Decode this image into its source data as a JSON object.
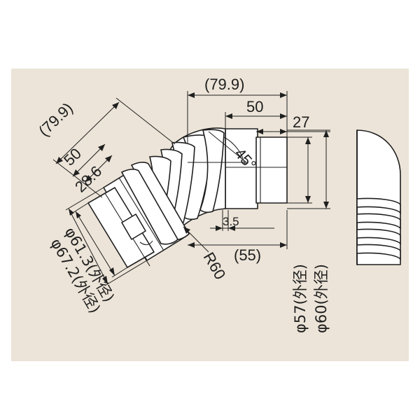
{
  "dimensions": {
    "top_overall": "(79.9)",
    "diag_overall": "(79.9)",
    "top_50": "50",
    "top_27": "27",
    "diag_50": "50",
    "diag_28_6": "28.6",
    "angle": "45°",
    "offset": "3.5",
    "base": "(55)",
    "radius": "R60",
    "dia_57": "φ57(外径)",
    "dia_60": "φ60(外径)",
    "dia_61_3": "φ61.3(外径)",
    "dia_67_2": "φ67.2(外径)"
  },
  "colors": {
    "panel": "#ece4d8",
    "line": "#1f1f1f"
  }
}
